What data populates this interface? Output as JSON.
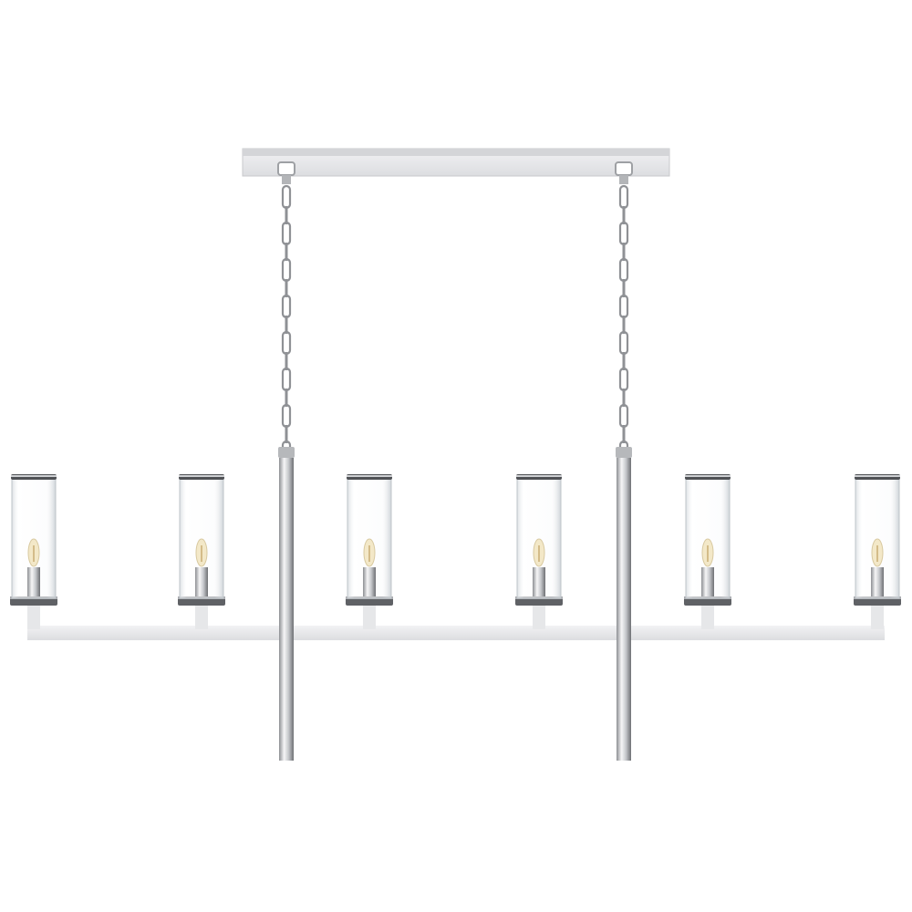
{
  "image": {
    "subject": "linear-chandelier",
    "background_color": "#ffffff",
    "finish_color": "#d9d9dc",
    "glass_color": "#eef1f3",
    "bulb_color": "#f3e8c8",
    "chain_color": "#9ea0a4",
    "icons": [
      "ceiling-canopy",
      "chain",
      "downrod",
      "lamp-arm",
      "glass-shade",
      "candle-bulb"
    ]
  }
}
